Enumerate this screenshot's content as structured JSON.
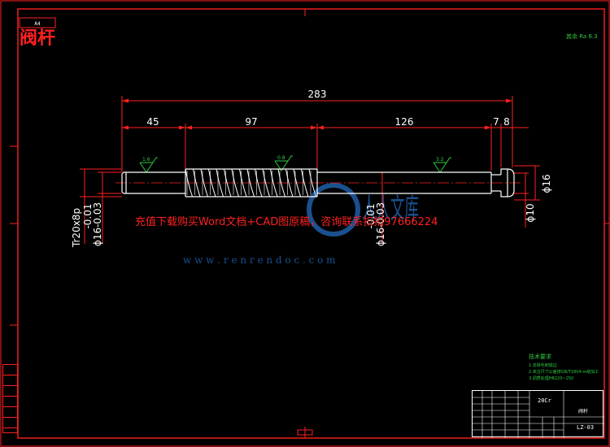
{
  "sheet": {
    "format_label": "A4",
    "title": "阀杆",
    "corner_mark": "其余 Ra 6.3"
  },
  "dimensions": {
    "overall": "283",
    "seg_left": "45",
    "seg_thread": "97",
    "seg_right": "126",
    "seg_end_a": "7",
    "seg_end_b": "8",
    "dia_end": "ϕ16",
    "dia_journal": "ϕ10",
    "thread_spec": "Tr20x8p",
    "thread_tol_upper": "-0.01",
    "thread_tol_lower": "ϕ16-0.03",
    "mid_tol_upper": "-0.01",
    "mid_tol_lower": "ϕ16-0.03"
  },
  "roughness": {
    "left": "1.6",
    "middle": "0.8",
    "right": "3.2"
  },
  "watermark": {
    "promo": "充值下载购买Word文档+CAD图原稿，咨询联系扣扣97666224",
    "url": "w w w . r e n r e n d o c . c o m",
    "logo_text": "人人文库"
  },
  "tech_req": {
    "title": "技术要求",
    "lines": [
      "1.去除毛刺锐边",
      "2.未注尺寸公差按GB/T1804-m级加工",
      "3.调质处理HB220~250"
    ]
  },
  "title_block": {
    "material": "20Cr",
    "part_label": "阀杆",
    "drawing_no": "LZ-03"
  },
  "colors": {
    "frame": "#ff2020",
    "outline": "#ffffff",
    "notes": "#2ecc40",
    "watermark": "#1f5fa8"
  }
}
